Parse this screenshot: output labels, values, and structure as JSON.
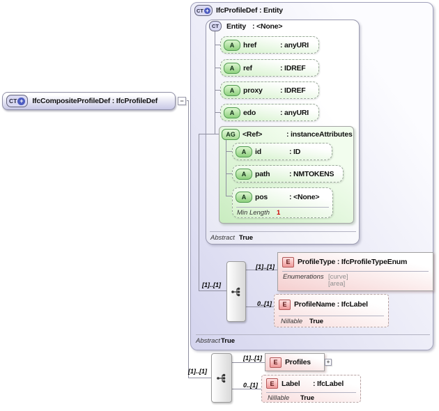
{
  "icons": {
    "complex_type": "CT",
    "attribute": "A",
    "attribute_group": "AG",
    "element": "E",
    "plus": "+",
    "minus": "−"
  },
  "colors": {
    "accent_lavender": "#d9d9f0",
    "accent_green": "#cdeec6",
    "accent_pink": "#f6d4d4",
    "facet_red": "#cc0000"
  },
  "root_element": {
    "title": "IfcCompositeProfileDef : IfcProfileDef"
  },
  "base_type": {
    "title": "IfcProfileDef : Entity",
    "abstract": {
      "label": "Abstract",
      "value": "True"
    },
    "entity": {
      "name": "Entity",
      "type": ": <None>",
      "abstract": {
        "label": "Abstract",
        "value": "True"
      },
      "attributes": [
        {
          "name": "href",
          "type": ": anyURI"
        },
        {
          "name": "ref",
          "type": ": IDREF"
        },
        {
          "name": "proxy",
          "type": ": IDREF"
        },
        {
          "name": "edo",
          "type": ": anyURI"
        }
      ],
      "ref_group": {
        "name": "<Ref>",
        "type": ": instanceAttributes",
        "attributes": [
          {
            "name": "id",
            "type": ": ID"
          },
          {
            "name": "path",
            "type": ": NMTOKENS"
          },
          {
            "name": "pos",
            "type": ": <None>"
          }
        ],
        "pos_facet": {
          "label": "Min Length",
          "value": "1"
        }
      }
    },
    "content": {
      "cardinality": "[1]..[1]",
      "profile_type": {
        "cardinality": "[1]..[1]",
        "title": "ProfileType : IfcProfileTypeEnum",
        "facet_label": "Enumerations",
        "facet_values": [
          "[curve]",
          "[area]"
        ]
      },
      "profile_name": {
        "cardinality": "0..[1]",
        "title": "ProfileName : IfcLabel",
        "facet_label": "Nillable",
        "facet_value": "True"
      }
    }
  },
  "own_content": {
    "cardinality": "[1]..[1]",
    "profiles": {
      "cardinality": "[1]..[1]",
      "name": "Profiles"
    },
    "label": {
      "cardinality": "0..[1]",
      "name": "Label",
      "type": ": IfcLabel",
      "facet_label": "Nillable",
      "facet_value": "True"
    }
  }
}
